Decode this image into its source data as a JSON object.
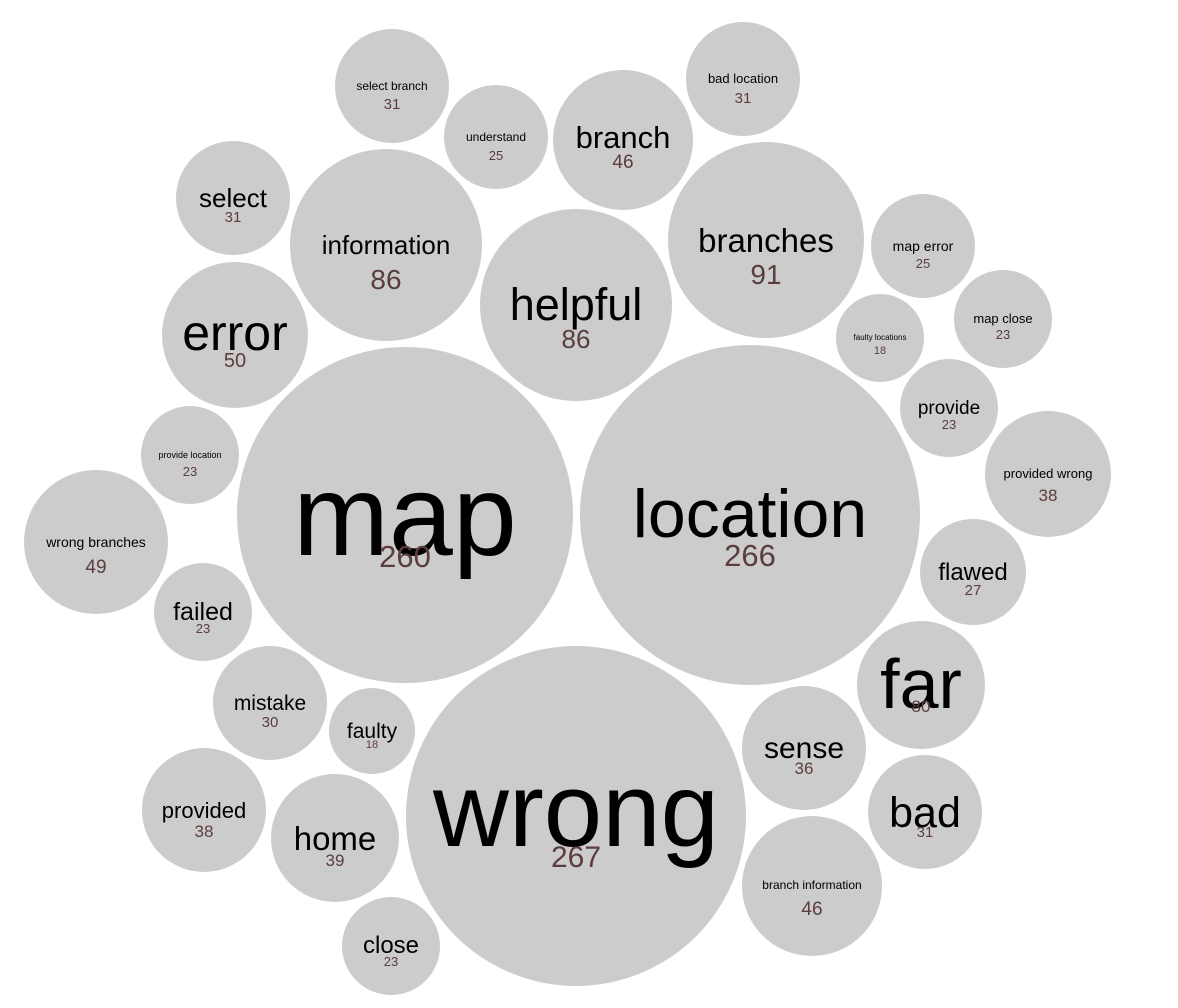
{
  "chart_data": {
    "type": "bubble",
    "title": "",
    "bubble_color": "#cccccc",
    "word_color": "#000000",
    "count_color": "#5b3d3d",
    "items": [
      {
        "word": "wrong",
        "count": 267
      },
      {
        "word": "location",
        "count": 266
      },
      {
        "word": "map",
        "count": 260
      },
      {
        "word": "branches",
        "count": 91
      },
      {
        "word": "information",
        "count": 86
      },
      {
        "word": "helpful",
        "count": 86
      },
      {
        "word": "far",
        "count": 80
      },
      {
        "word": "error",
        "count": 50
      },
      {
        "word": "wrong branches",
        "count": 49
      },
      {
        "word": "branch",
        "count": 46
      },
      {
        "word": "branch information",
        "count": 46
      },
      {
        "word": "home",
        "count": 39
      },
      {
        "word": "provided",
        "count": 38
      },
      {
        "word": "provided wrong",
        "count": 38
      },
      {
        "word": "sense",
        "count": 36
      },
      {
        "word": "select",
        "count": 31
      },
      {
        "word": "select branch",
        "count": 31
      },
      {
        "word": "bad location",
        "count": 31
      },
      {
        "word": "bad",
        "count": 31
      },
      {
        "word": "mistake",
        "count": 30
      },
      {
        "word": "flawed",
        "count": 27
      },
      {
        "word": "understand",
        "count": 25
      },
      {
        "word": "map error",
        "count": 25
      },
      {
        "word": "map close",
        "count": 23
      },
      {
        "word": "provide",
        "count": 23
      },
      {
        "word": "provide location",
        "count": 23
      },
      {
        "word": "failed",
        "count": 23
      },
      {
        "word": "close",
        "count": 23
      },
      {
        "word": "faulty locations",
        "count": 18
      },
      {
        "word": "faulty",
        "count": 18
      }
    ]
  }
}
